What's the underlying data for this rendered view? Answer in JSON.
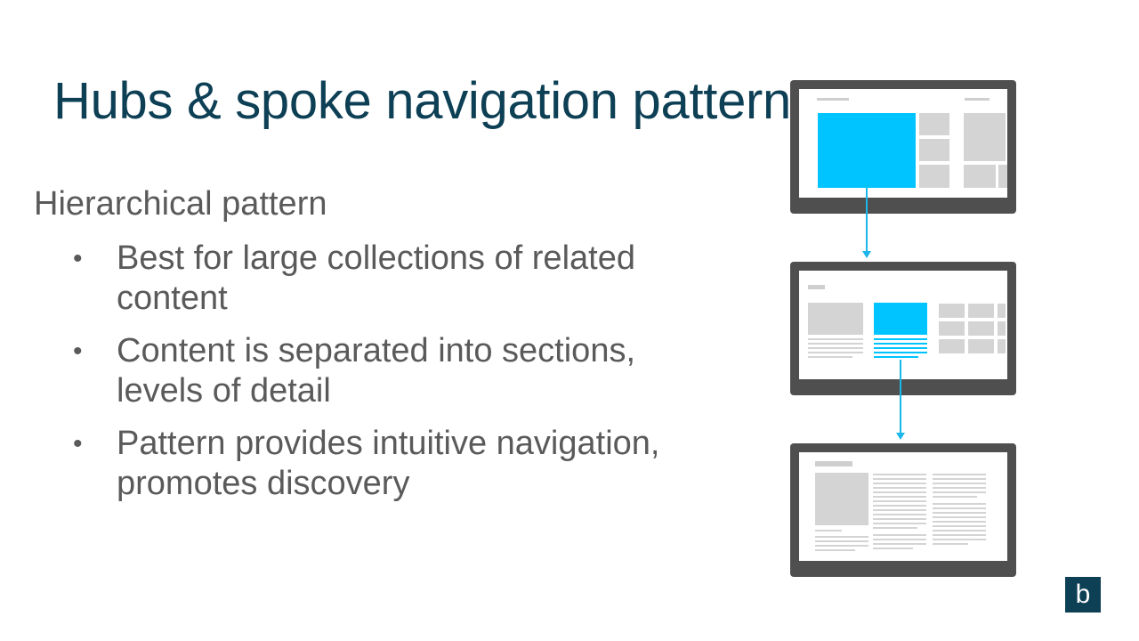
{
  "slide": {
    "title": "Hubs & spoke navigation pattern",
    "subheading": "Hierarchical pattern",
    "bullets": [
      "Best for large collections of related content",
      "Content is separated into sections, levels of detail",
      "Pattern provides intuitive navigation, promotes discovery"
    ]
  },
  "diagram": {
    "screens": [
      "hub-page",
      "section-page",
      "detail-page"
    ],
    "colors": {
      "frame": "#4f4f4f",
      "highlight": "#00c4ff",
      "placeholder": "#d4d4d4",
      "arrow": "#1bb6ea"
    }
  },
  "logo": {
    "letter": "b",
    "color": "#0d3f55"
  }
}
